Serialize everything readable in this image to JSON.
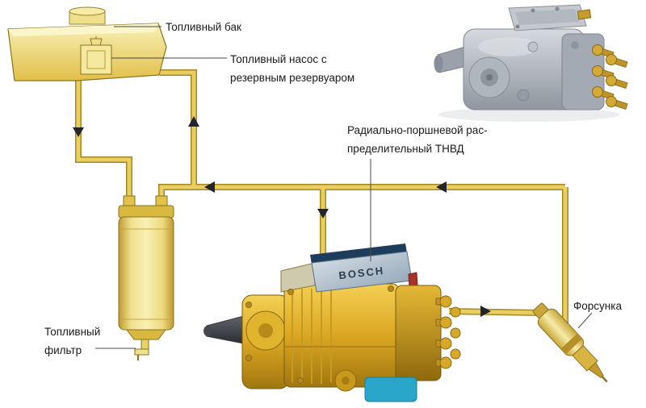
{
  "labels": {
    "fuel_tank": "Топливный бак",
    "fuel_pump_1": "Топливный насос с",
    "fuel_pump_2": "резервным резервуаром",
    "injection_pump_1": "Радиально-поршневой рас-",
    "injection_pump_2": "пределительный ТНВД",
    "injector": "Форсунка",
    "fuel_filter_1": "Топливный",
    "fuel_filter_2": "фильтр",
    "bosch_logo": "BOSCH"
  },
  "colors": {
    "background": "#FFFFFF",
    "pipe_core": "#E9CF60",
    "pipe_casing": "#A8862A",
    "arrow": "#22252B",
    "tank_yellow": "#E9CD5C",
    "filter_yellow": "#F2E291",
    "pump_gold": "#DBA722",
    "bosch_plate": "#AFC0CE",
    "bosch_text": "#2B3E52",
    "cyan_part": "#2BA6CB",
    "red_part": "#A83226",
    "engine_gray": "#AEB5BD",
    "leader_line": "#4A4A4A",
    "label_text": "#1A1A1A"
  }
}
